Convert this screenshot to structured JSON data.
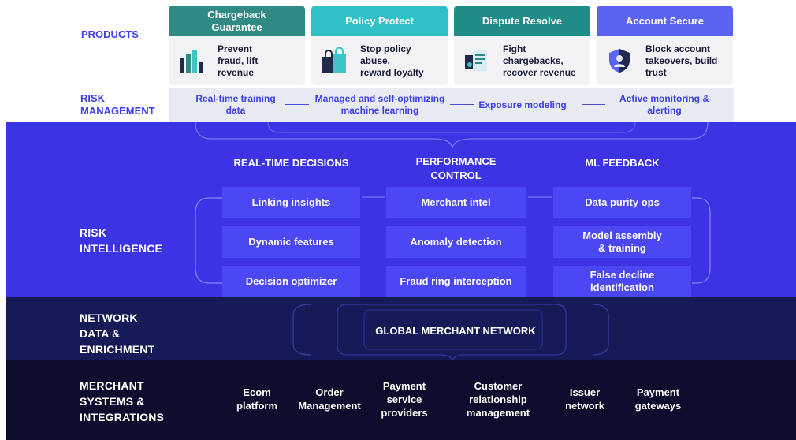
{
  "colors": {
    "accent_blue": "#3d3ff0",
    "risk_intelligence_bg": "#3b33e4",
    "box_bg": "#4c47f4",
    "network_bg": "#161a56",
    "merchant_bg": "#0c0d2c"
  },
  "products": {
    "label": "PRODUCTS",
    "cards": [
      {
        "title": "Chargeback\nGuarantee",
        "desc": "Prevent\nfraud, lift\nrevenue",
        "icon": "bar-chart-icon",
        "color": "#2f8a84"
      },
      {
        "title": "Policy Protect",
        "desc": "Stop policy\nabuse,\nreward loyalty",
        "icon": "shopping-bags-icon",
        "color": "#2fc1c6"
      },
      {
        "title": "Dispute Resolve",
        "desc": "Fight\nchargebacks,\nrecover revenue",
        "icon": "document-receipt-icon",
        "color": "#1f8c88"
      },
      {
        "title": "Account Secure",
        "desc": "Block account\ntakeovers, build\ntrust",
        "icon": "secure-profile-icon",
        "color": "#5a63f2"
      }
    ]
  },
  "risk_management": {
    "label": "RISK\nMANAGEMENT",
    "items": [
      "Real-time training\ndata",
      "Managed and self-optimizing\nmachine learning",
      "Exposure modeling",
      "Active monitoring &\nalerting"
    ]
  },
  "risk_intelligence": {
    "label": "RISK\nINTELLIGENCE",
    "columns": [
      {
        "heading": "REAL-TIME DECISIONS",
        "boxes": [
          "Linking insights",
          "Dynamic features",
          "Decision optimizer"
        ]
      },
      {
        "heading": "PERFORMANCE\nCONTROL",
        "boxes": [
          "Merchant intel",
          "Anomaly detection",
          "Fraud ring interception"
        ]
      },
      {
        "heading": "ML FEEDBACK",
        "boxes": [
          "Data purity ops",
          "Model assembly\n& training",
          "False decline\nidentification"
        ]
      }
    ]
  },
  "network": {
    "label": "NETWORK\nDATA &\nENRICHMENT",
    "center": "GLOBAL MERCHANT NETWORK"
  },
  "merchant": {
    "label": "MERCHANT\nSYSTEMS &\nINTEGRATIONS",
    "items": [
      "Ecom\nplatform",
      "Order\nManagement",
      "Payment\nservice\nproviders",
      "Customer\nrelationship\nmanagement",
      "Issuer\nnetwork",
      "Payment\ngateways"
    ]
  }
}
